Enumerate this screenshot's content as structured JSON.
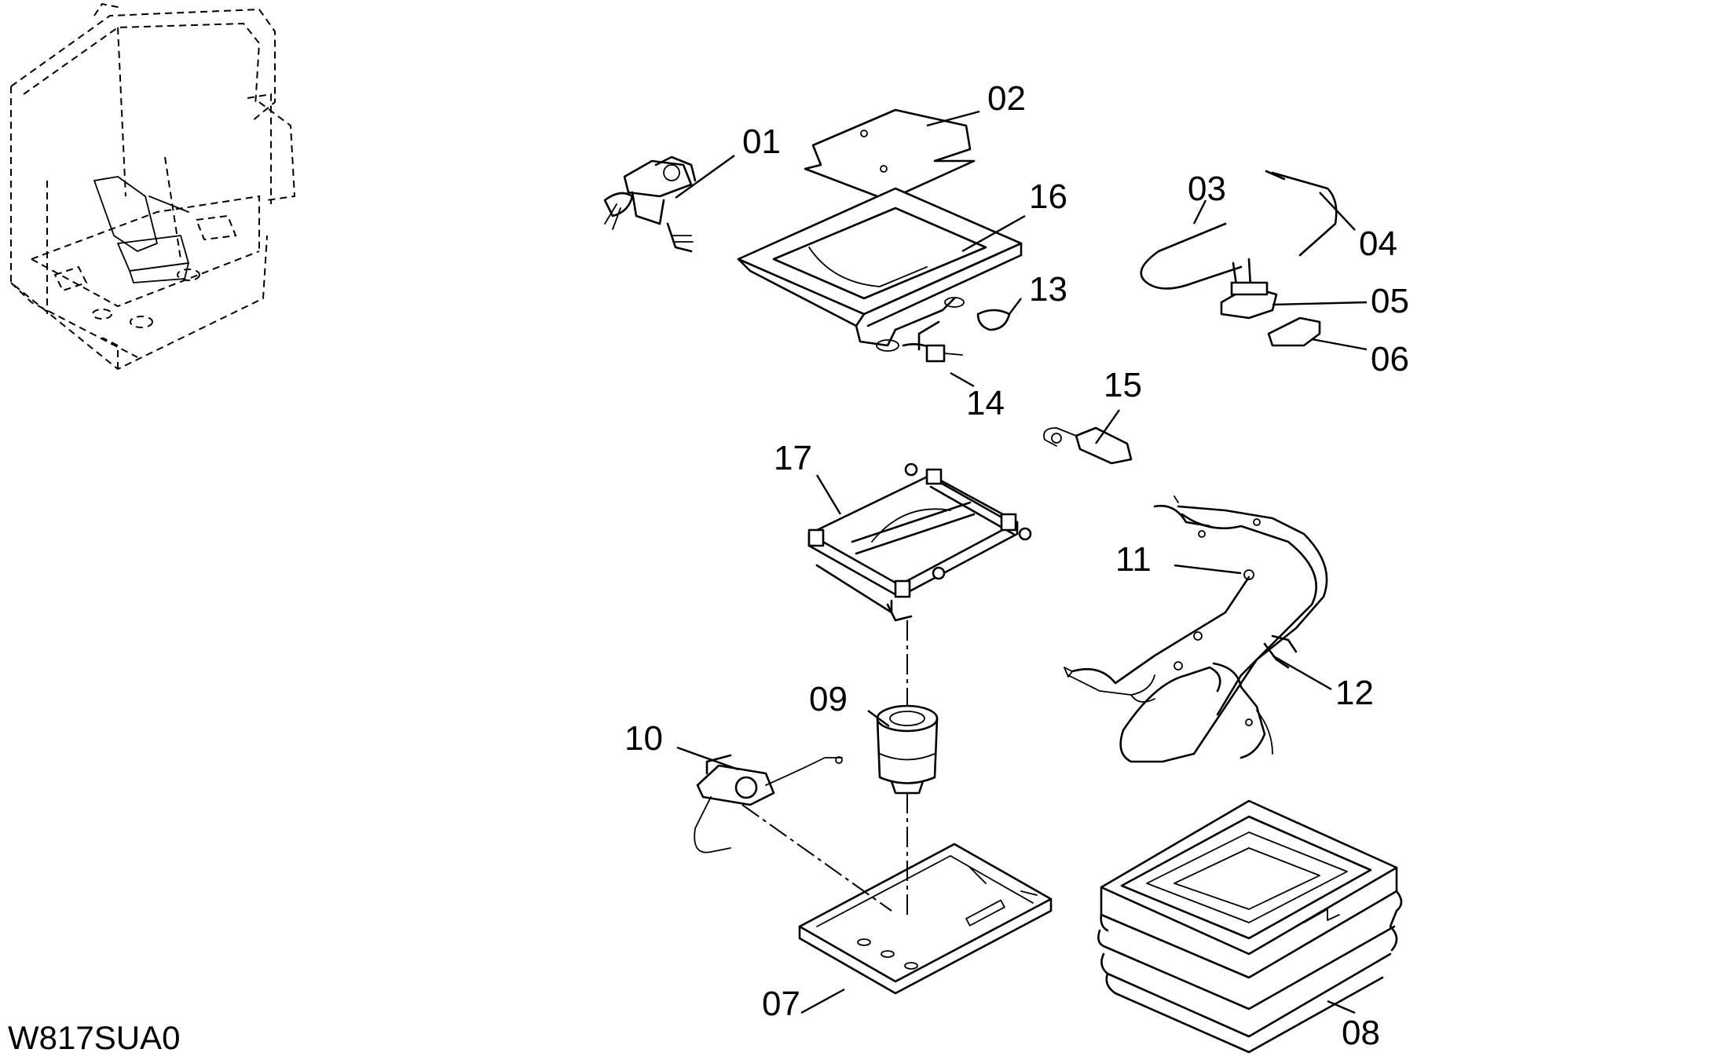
{
  "drawing_code": "W817SUA0",
  "callouts": [
    "01",
    "02",
    "03",
    "04",
    "05",
    "06",
    "07",
    "08",
    "09",
    "10",
    "11",
    "12",
    "13",
    "14",
    "15",
    "16",
    "17"
  ]
}
